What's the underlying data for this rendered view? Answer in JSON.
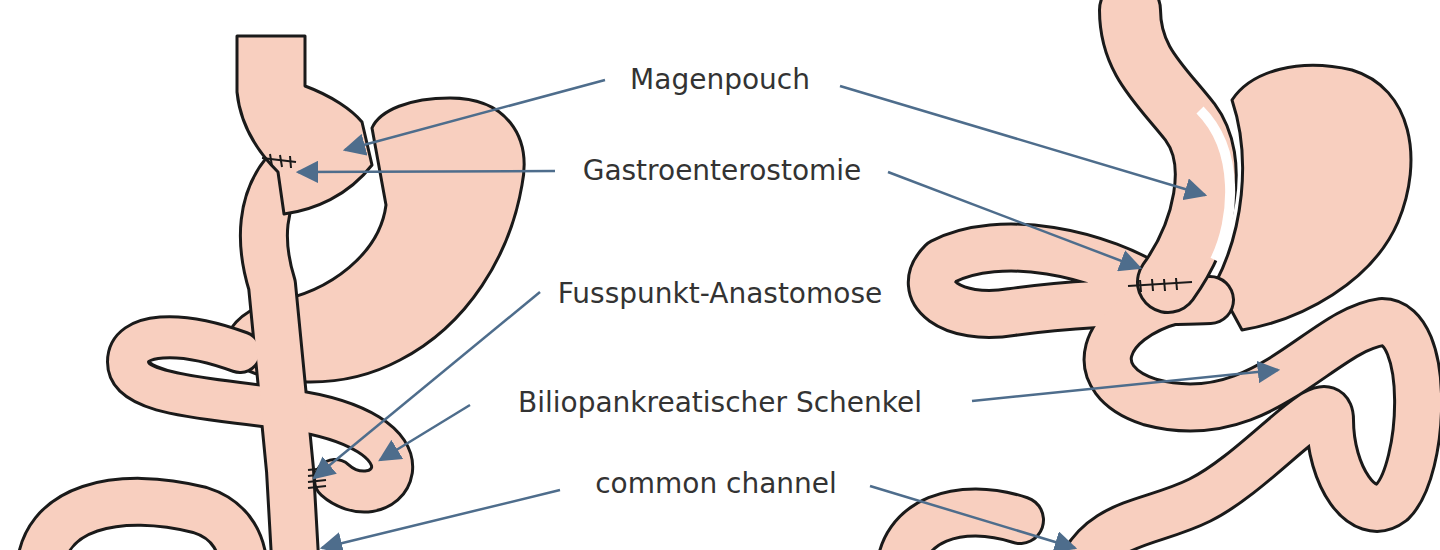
{
  "diagram": {
    "labels": [
      "Magenpouch",
      "Gastroenterostomie",
      "Fusspunkt-Anastomose",
      "Biliopankreatischer Schenkel",
      "common channel"
    ]
  }
}
